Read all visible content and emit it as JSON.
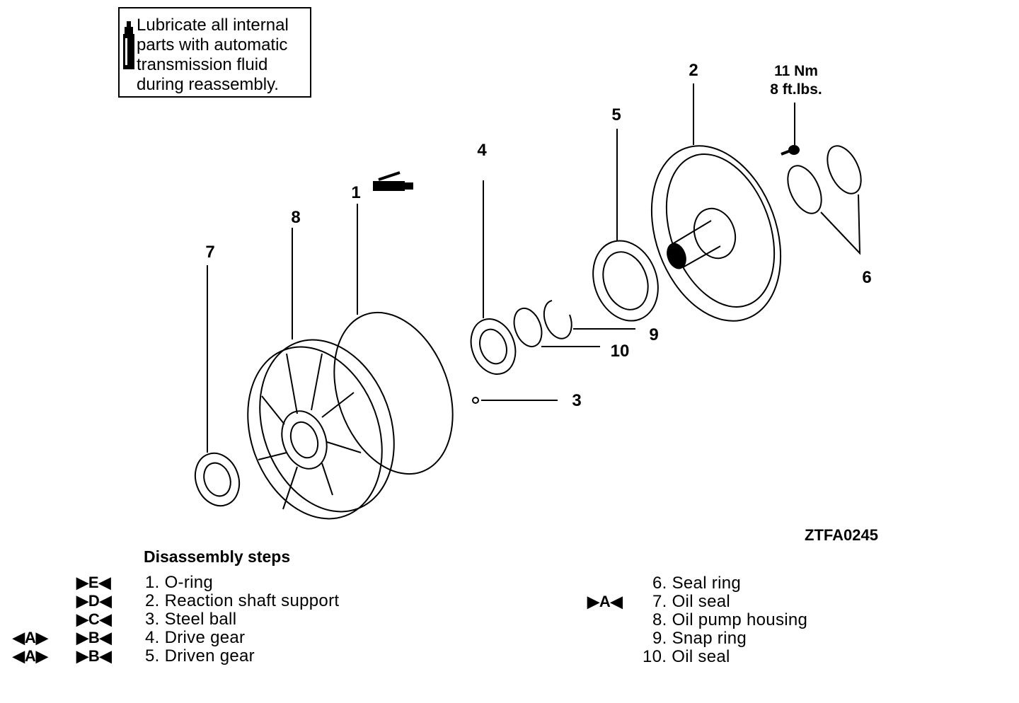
{
  "note": {
    "text": "Lubricate all internal\nparts with automatic\ntransmission fluid\nduring reassembly.",
    "icon": "atf-can-icon"
  },
  "torque": {
    "line1": "11 Nm",
    "line2": "8 ft.lbs."
  },
  "figure_code": "ZTFA0245",
  "callouts": [
    "1",
    "2",
    "3",
    "4",
    "5",
    "6",
    "7",
    "8",
    "9",
    "10"
  ],
  "steps_title": "Disassembly steps",
  "steps_left": [
    {
      "num": "1.",
      "label": "O-ring",
      "marks": [
        "▶E◀"
      ]
    },
    {
      "num": "2.",
      "label": "Reaction shaft support",
      "marks": [
        "▶D◀"
      ]
    },
    {
      "num": "3.",
      "label": "Steel ball",
      "marks": [
        "▶C◀"
      ]
    },
    {
      "num": "4.",
      "label": "Drive gear",
      "marks": [
        "◀A▶",
        "▶B◀"
      ]
    },
    {
      "num": "5.",
      "label": "Driven gear",
      "marks": [
        "◀A▶",
        "▶B◀"
      ]
    }
  ],
  "steps_right": [
    {
      "num": "6.",
      "label": "Seal ring",
      "marks": []
    },
    {
      "num": "7.",
      "label": "Oil seal",
      "marks": [
        "▶A◀"
      ]
    },
    {
      "num": "8.",
      "label": "Oil pump housing",
      "marks": []
    },
    {
      "num": "9.",
      "label": "Snap ring",
      "marks": []
    },
    {
      "num": "10.",
      "label": "Oil seal",
      "marks": []
    }
  ]
}
